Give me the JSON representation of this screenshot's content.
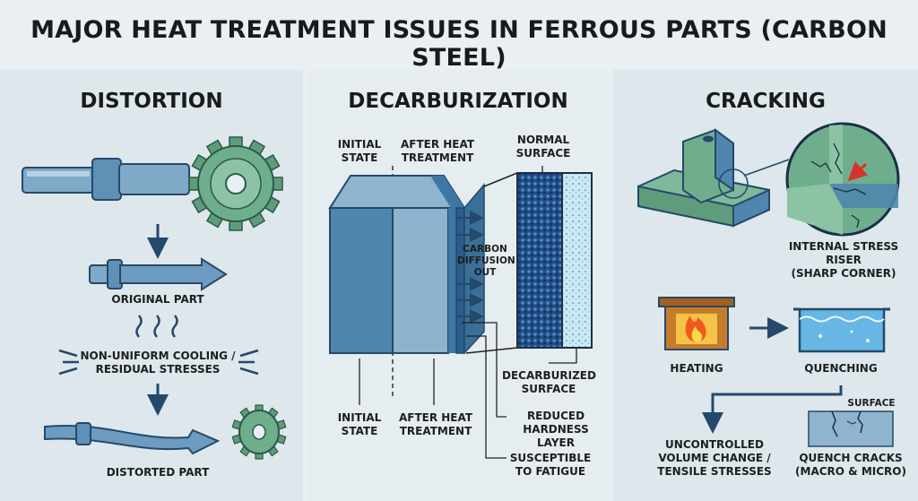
{
  "title": "MAJOR HEAT TREATMENT ISSUES IN FERROUS PARTS (CARBON STEEL)",
  "distortion": {
    "heading": "DISTORTION",
    "original_part": "ORIGINAL PART",
    "cause": "NON-UNIFORM COOLING /\nRESIDUAL STRESSES",
    "distorted_part": "DISTORTED PART"
  },
  "decarburization": {
    "heading": "DECARBURIZATION",
    "initial_state_top": "INITIAL\nSTATE",
    "after_heat_top": "AFTER HEAT\nTREATMENT",
    "normal_surface": "NORMAL\nSURFACE",
    "carbon_diffusion": "CARBON\nDIFFUSION\nOUT",
    "initial_state_bottom": "INITIAL\nSTATE",
    "after_heat_bottom": "AFTER HEAT\nTREATMENT",
    "decarburized_surface": "DECARBURIZED\nSURFACE",
    "reduced_hardness": "REDUCED\nHARDNESS LAYER",
    "fatigue": "SUSCEPTIBLE\nTO FATIGUE"
  },
  "cracking": {
    "heading": "CRACKING",
    "stress_riser": "INTERNAL STRESS\nRISER\n(SHARP CORNER)",
    "heating": "HEATING",
    "quenching": "QUENCHING",
    "surface": "SURFACE",
    "volume_change": "UNCONTROLLED\nVOLUME CHANGE /\nTENSILE STRESSES",
    "quench_cracks": "QUENCH CRACKS\n(MACRO & MICRO)"
  },
  "colors": {
    "steel_blue": "#4f86ad",
    "dark_navy": "#25496b",
    "gear_green": "#6fae8d",
    "flame_orange": "#f08a1e",
    "water_blue": "#67b6e3"
  }
}
